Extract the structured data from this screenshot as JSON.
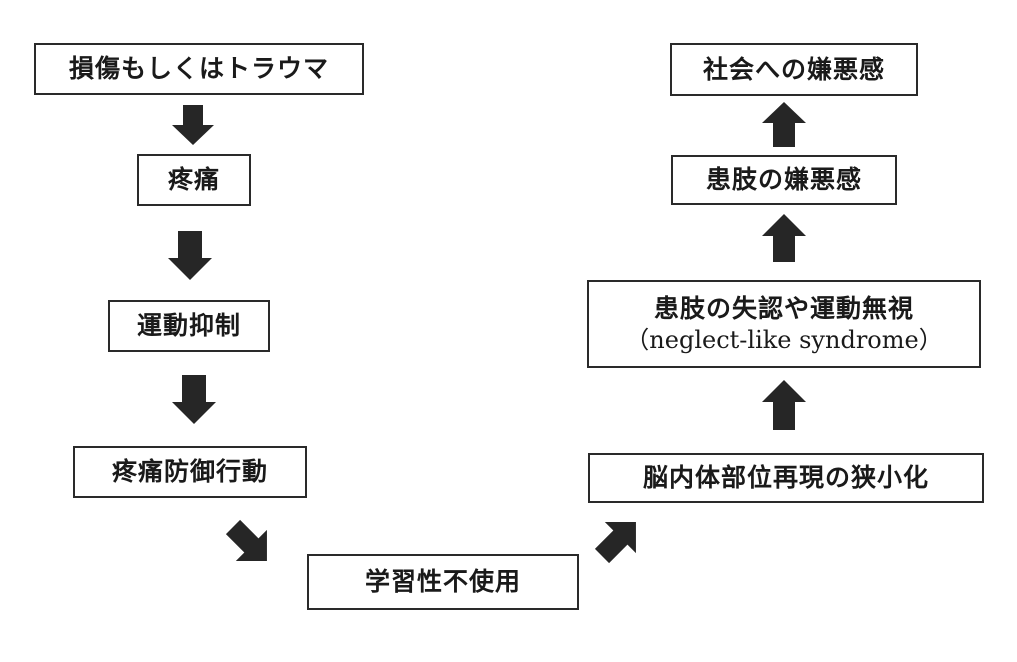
{
  "flow": {
    "left_column": [
      "損傷もしくはトラウマ",
      "疼痛",
      "運動抑制",
      "疼痛防御行動"
    ],
    "bottom": "学習性不使用",
    "right_column": [
      "脳内体部位再現の狭小化",
      {
        "line1": "患肢の失認や運動無視",
        "line2": "（neglect-like syndrome）"
      },
      "患肢の嫌悪感",
      "社会への嫌悪感"
    ]
  },
  "colors": {
    "box_border": "#2a2a2a",
    "arrow": "#262626",
    "text": "#1a1a1a"
  },
  "icons": {
    "down": "down-arrow-icon",
    "up": "up-arrow-icon",
    "diagonal": "diagonal-arrow-icon"
  }
}
